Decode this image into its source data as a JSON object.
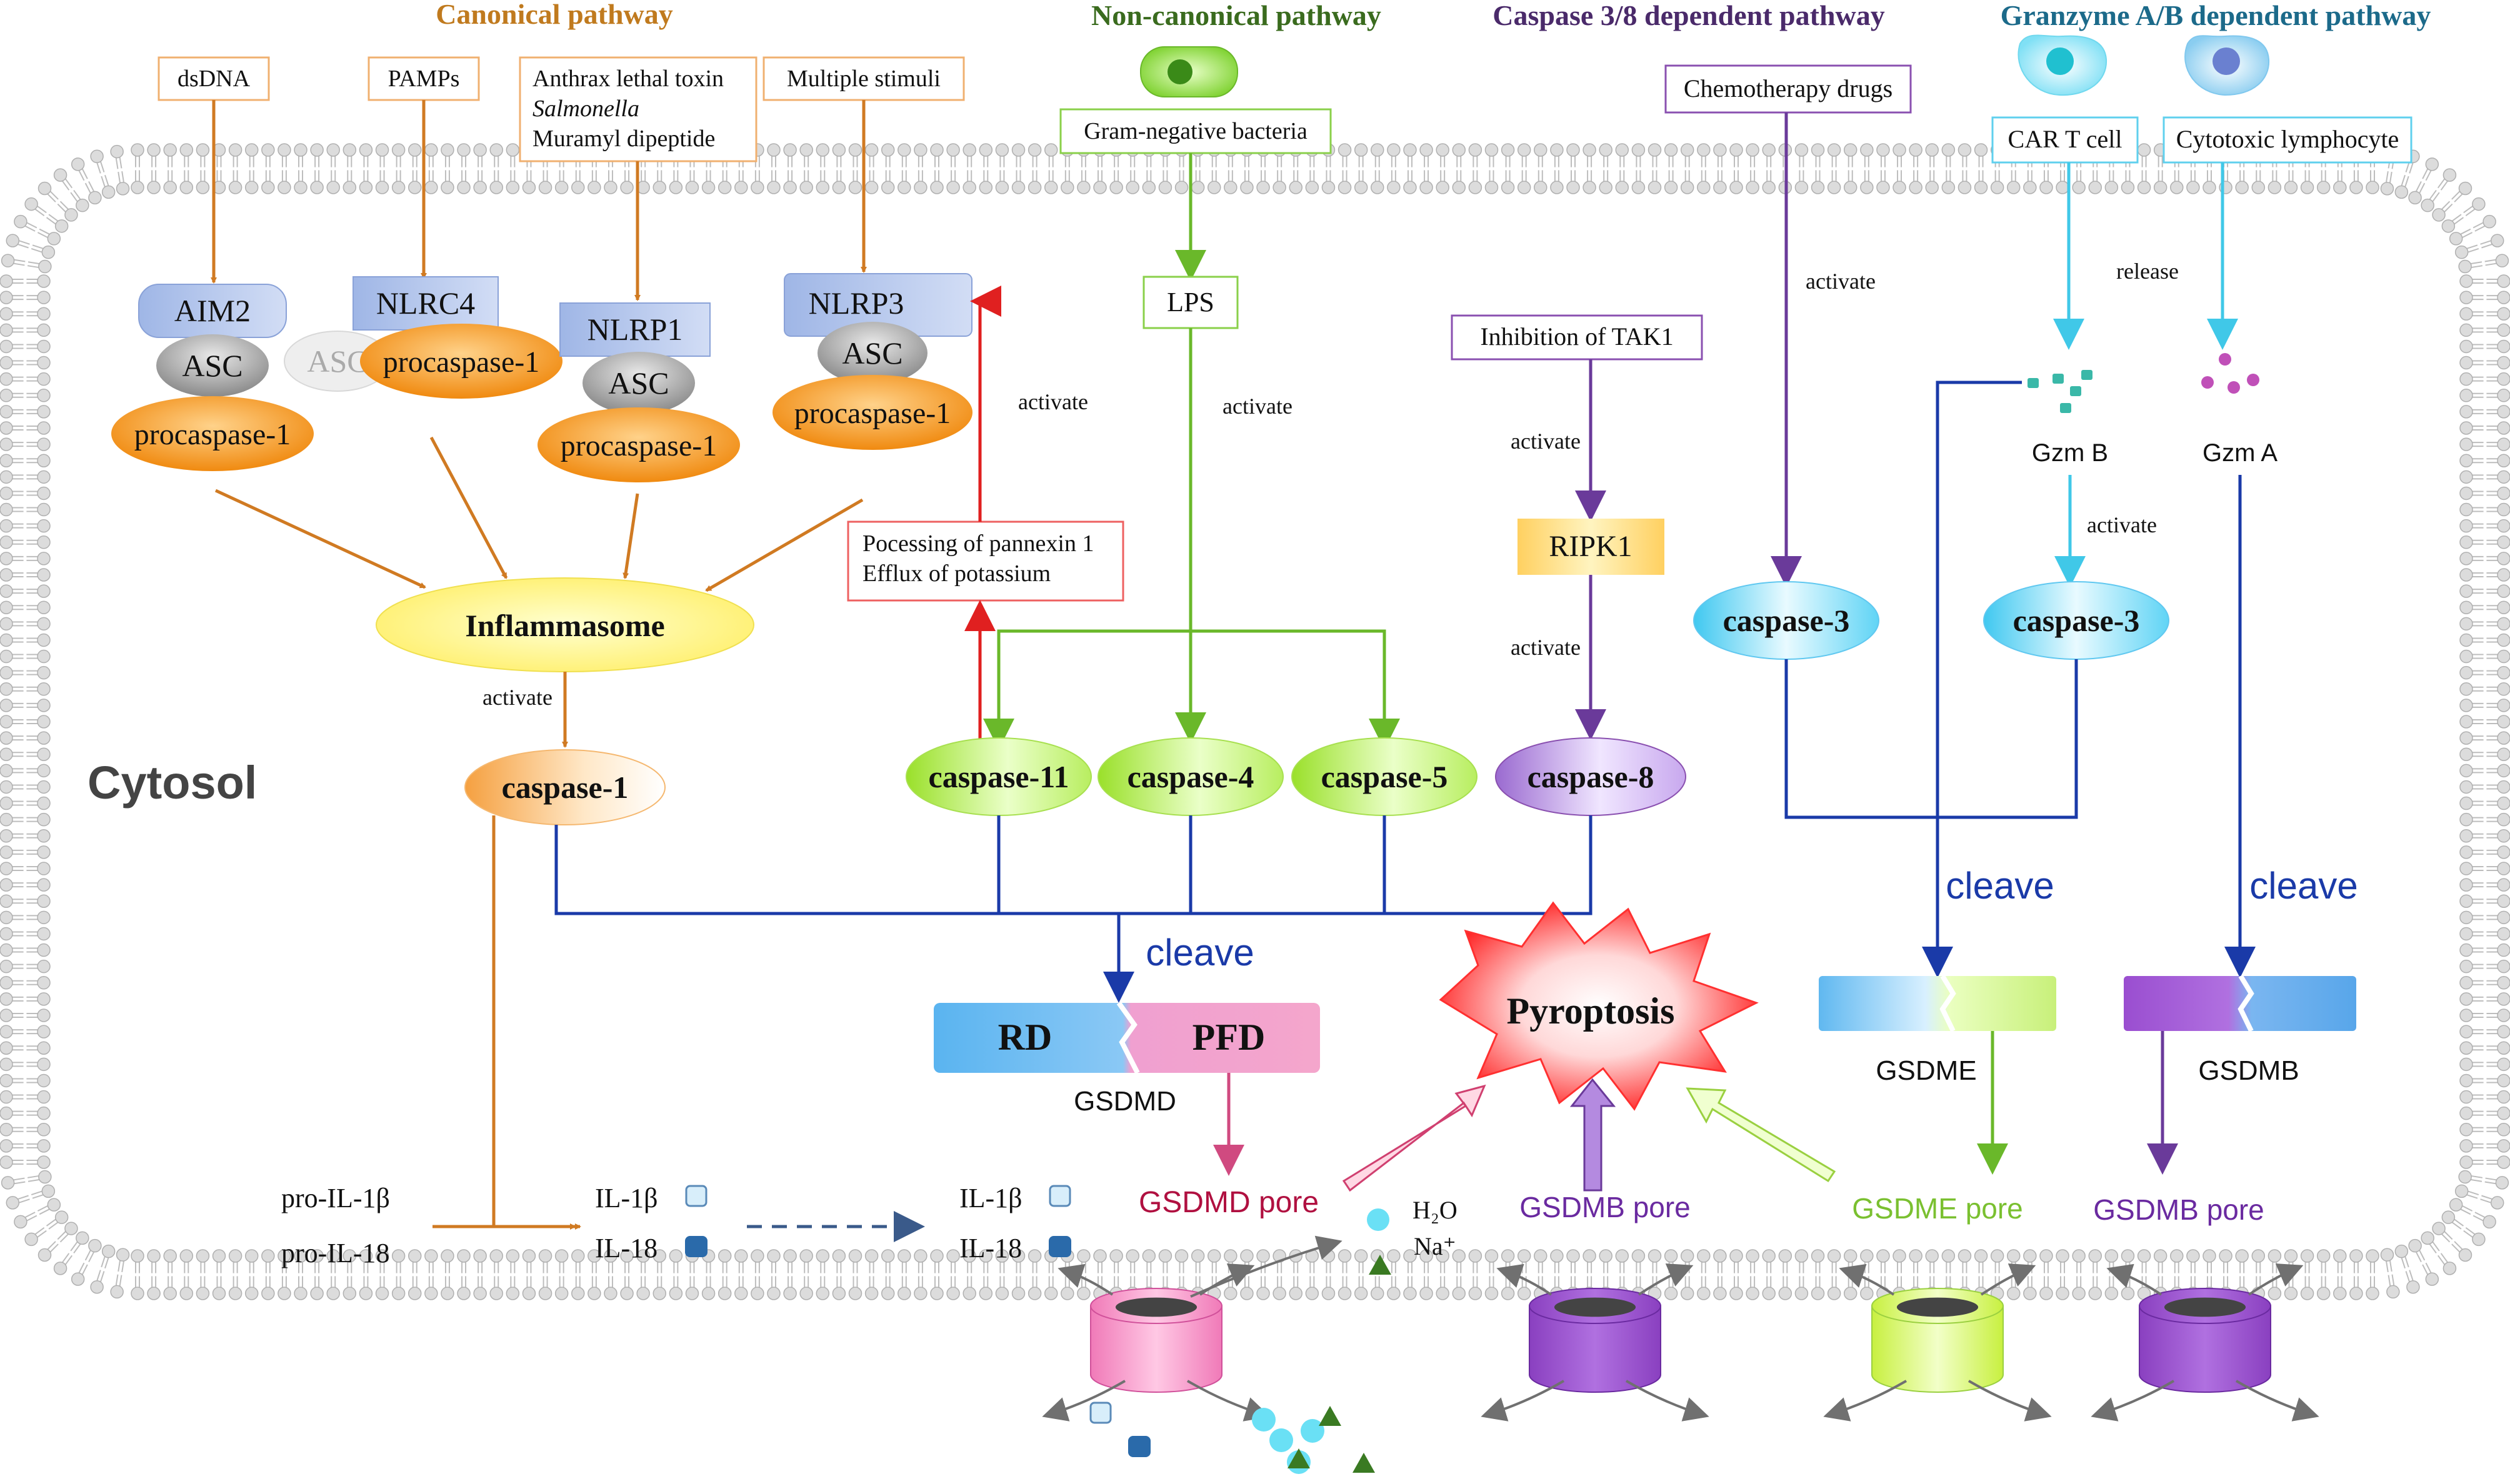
{
  "headers": {
    "canonical": "Canonical pathway",
    "noncanonical": "Non-canonical pathway",
    "caspase38": "Caspase 3/8 dependent pathway",
    "granzyme": "Granzyme A/B dependent pathway"
  },
  "colors": {
    "canonical": "#c07a1e",
    "noncanonical": "#3a6b1e",
    "caspase38": "#4a2a6a",
    "granzyme": "#1c6a8a",
    "orange_arrow": "#d07a22",
    "green_arrow": "#6ab82a",
    "purple_arrow": "#6a3a9a",
    "cyan_arrow": "#40c8e8",
    "blue_line": "#1a3aa8",
    "red_arrow": "#e02020"
  },
  "stimuli": {
    "dsdna": "dsDNA",
    "pamps": "PAMPs",
    "anthrax_line1": "Anthrax lethal toxin",
    "anthrax_line2": "Salmonella",
    "anthrax_line3": "Muramyl dipeptide",
    "multiple": "Multiple stimuli",
    "gram_negative": "Gram-negative bacteria",
    "chemo": "Chemotherapy drugs",
    "car_t": "CAR T cell",
    "ctl": "Cytotoxic lymphocyte"
  },
  "sensors": {
    "aim2": "AIM2",
    "nlrc4": "NLRC4",
    "nlrp1": "NLRP1",
    "nlrp3": "NLRP3",
    "asc": "ASC",
    "procaspase1": "procaspase-1"
  },
  "nodes": {
    "inflammasome": "Inflammasome",
    "caspase1": "caspase-1",
    "caspase11": "caspase-11",
    "caspase4": "caspase-4",
    "caspase5": "caspase-5",
    "caspase8": "caspase-8",
    "caspase3_left": "caspase-3",
    "caspase3_right": "caspase-3",
    "lps": "LPS",
    "tak1": "Inhibition of TAK1",
    "ripk1": "RIPK1",
    "pannexin_line1": "Pocessing of pannexin 1",
    "pannexin_line2": "Efflux of potassium",
    "gzmb": "Gzm B",
    "gzma": "Gzm A",
    "cytosol": "Cytosol",
    "pyroptosis": "Pyroptosis"
  },
  "labels": {
    "activate": "activate",
    "release": "release",
    "cleave": "cleave"
  },
  "gasdermins": {
    "rd": "RD",
    "pfd": "PFD",
    "gsdmd": "GSDMD",
    "gsdme": "GSDME",
    "gsdmb": "GSDMB",
    "gsdmd_pore": "GSDMD pore",
    "gsdmb_pore_1": "GSDMB pore",
    "gsdme_pore": "GSDME pore",
    "gsdmb_pore_2": "GSDMB pore"
  },
  "cytokines": {
    "pro_il1b": "pro-IL-1β",
    "pro_il18": "pro-IL-18",
    "il1b_a": "IL-1β",
    "il18_a": "IL-18",
    "il1b_b": "IL-1β",
    "il18_b": "IL-18",
    "h2o": "H₂O",
    "na": "Na⁺"
  }
}
